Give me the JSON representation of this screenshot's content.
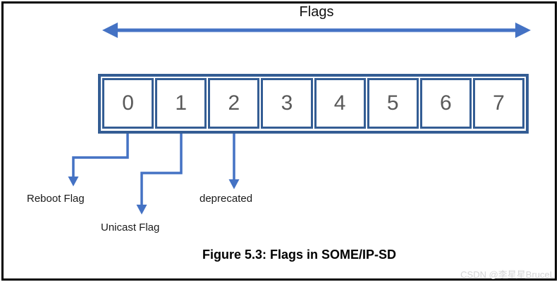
{
  "title": "Flags",
  "bit_row": {
    "cells": [
      "0",
      "1",
      "2",
      "3",
      "4",
      "5",
      "6",
      "7"
    ]
  },
  "annotations": {
    "reboot_flag": "Reboot Flag",
    "unicast_flag": "Unicast Flag",
    "deprecated": "deprecated"
  },
  "caption": "Figure 5.3: Flags in SOME/IP-SD",
  "watermark": "CSDN @李星星BruceL",
  "colors": {
    "frame_border": "#000000",
    "box_border": "#345D94",
    "arrow_blue": "#4472C4",
    "digit_gray": "#595959",
    "watermark_gray": "#d4d4d6"
  }
}
